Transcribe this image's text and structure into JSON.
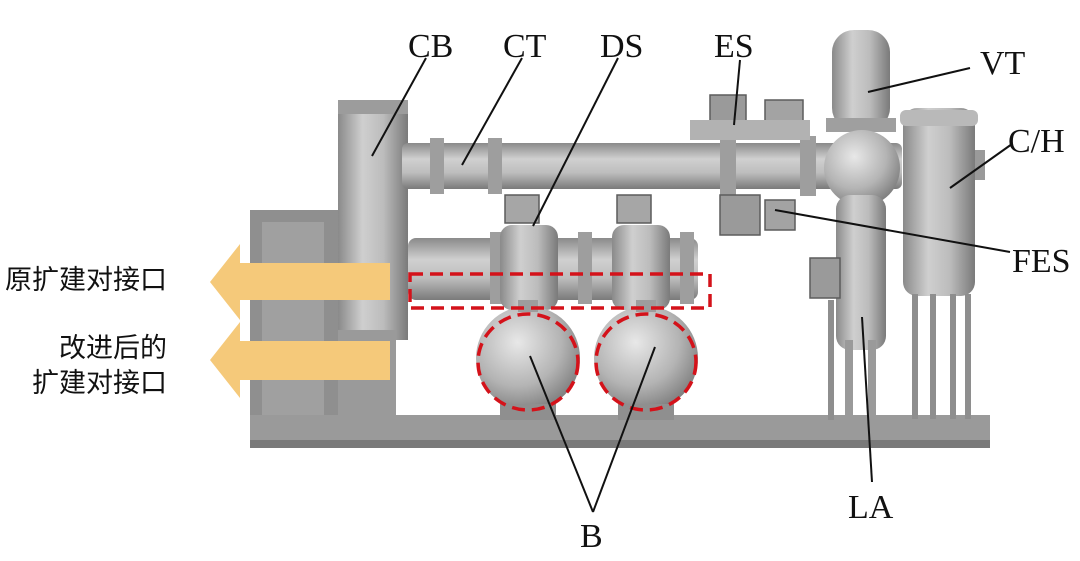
{
  "colors": {
    "background": "#ffffff",
    "equipment": "#a9a9a9",
    "equipment_dark": "#7f7f7f",
    "equipment_light": "#d2d2d2",
    "arrow": "#f5c97a",
    "highlight": "#d4121a",
    "leader": "#111111"
  },
  "labels": {
    "cb": "CB",
    "ct": "CT",
    "ds": "DS",
    "es": "ES",
    "vt": "VT",
    "ch": "C/H",
    "fes": "FES",
    "la": "LA",
    "b": "B"
  },
  "arrows": {
    "original_line1": "原扩建对接口",
    "improved_line1": "改进后的",
    "improved_line2": "扩建对接口"
  }
}
